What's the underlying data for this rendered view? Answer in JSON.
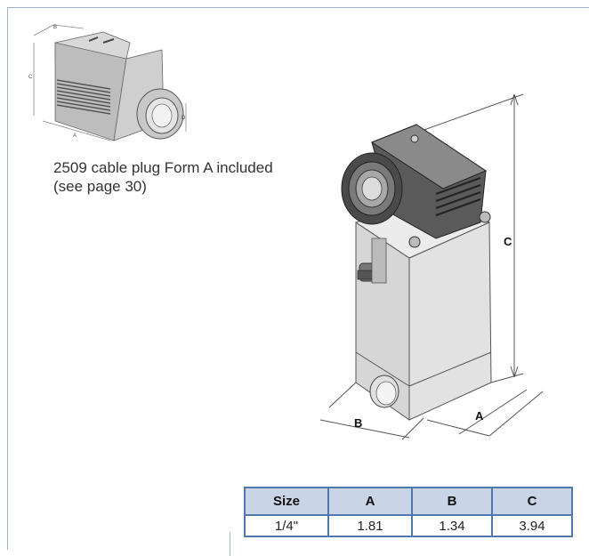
{
  "caption": {
    "line1": "2509 cable plug Form A included",
    "line2": "(see page 30)"
  },
  "plug_dims": {
    "b": "B",
    "c": "C",
    "a": "A",
    "d": "D"
  },
  "valve_dims": {
    "c": "C",
    "b": "B",
    "a": "A"
  },
  "table": {
    "headers": [
      "Size",
      "A",
      "B",
      "C"
    ],
    "rows": [
      [
        "1/4\"",
        "1.81",
        "1.34",
        "3.94"
      ]
    ]
  }
}
